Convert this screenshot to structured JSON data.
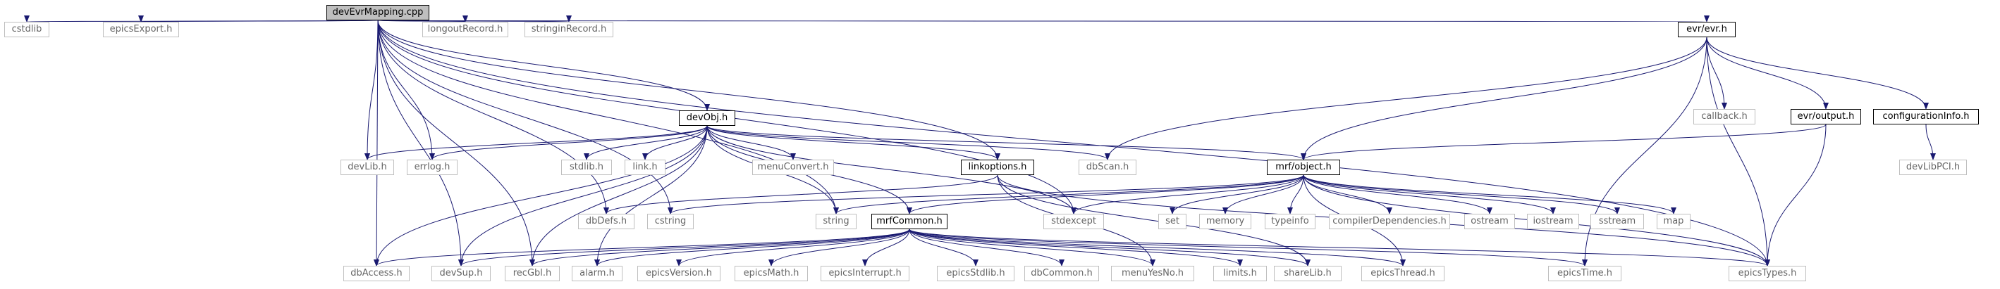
{
  "colors": {
    "edge": "#191970",
    "box_border": "#000000",
    "ext_border": "#bfbfbf",
    "ext_text": "#666666",
    "root_fill": "#bfbfbf"
  },
  "nodes": [
    {
      "id": "devEvrMapping.cpp",
      "label": "devEvrMapping.cpp",
      "kind": "root"
    },
    {
      "id": "cstdlib",
      "label": "cstdlib",
      "kind": "ext"
    },
    {
      "id": "epicsExport.h",
      "label": "epicsExport.h",
      "kind": "ext"
    },
    {
      "id": "longoutRecord.h",
      "label": "longoutRecord.h",
      "kind": "ext"
    },
    {
      "id": "stringinRecord.h",
      "label": "stringinRecord.h",
      "kind": "ext"
    },
    {
      "id": "evr/evr.h",
      "label": "evr/evr.h",
      "kind": "doc"
    },
    {
      "id": "devObj.h",
      "label": "devObj.h",
      "kind": "doc"
    },
    {
      "id": "callback.h",
      "label": "callback.h",
      "kind": "ext"
    },
    {
      "id": "evr/output.h",
      "label": "evr/output.h",
      "kind": "doc"
    },
    {
      "id": "configurationInfo.h",
      "label": "configurationInfo.h",
      "kind": "doc"
    },
    {
      "id": "devLib.h",
      "label": "devLib.h",
      "kind": "ext"
    },
    {
      "id": "errlog.h",
      "label": "errlog.h",
      "kind": "ext"
    },
    {
      "id": "stdlib.h",
      "label": "stdlib.h",
      "kind": "ext"
    },
    {
      "id": "link.h",
      "label": "link.h",
      "kind": "ext"
    },
    {
      "id": "menuConvert.h",
      "label": "menuConvert.h",
      "kind": "ext"
    },
    {
      "id": "linkoptions.h",
      "label": "linkoptions.h",
      "kind": "doc"
    },
    {
      "id": "dbScan.h",
      "label": "dbScan.h",
      "kind": "ext"
    },
    {
      "id": "mrf/object.h",
      "label": "mrf/object.h",
      "kind": "doc"
    },
    {
      "id": "devLibPCI.h",
      "label": "devLibPCI.h",
      "kind": "ext"
    },
    {
      "id": "dbDefs.h",
      "label": "dbDefs.h",
      "kind": "ext"
    },
    {
      "id": "cstring",
      "label": "cstring",
      "kind": "ext"
    },
    {
      "id": "string",
      "label": "string",
      "kind": "ext"
    },
    {
      "id": "mrfCommon.h",
      "label": "mrfCommon.h",
      "kind": "doc"
    },
    {
      "id": "stdexcept",
      "label": "stdexcept",
      "kind": "ext"
    },
    {
      "id": "set",
      "label": "set",
      "kind": "ext"
    },
    {
      "id": "memory",
      "label": "memory",
      "kind": "ext"
    },
    {
      "id": "typeinfo",
      "label": "typeinfo",
      "kind": "ext"
    },
    {
      "id": "compilerDependencies.h",
      "label": "compilerDependencies.h",
      "kind": "ext"
    },
    {
      "id": "ostream",
      "label": "ostream",
      "kind": "ext"
    },
    {
      "id": "iostream",
      "label": "iostream",
      "kind": "ext"
    },
    {
      "id": "sstream",
      "label": "sstream",
      "kind": "ext"
    },
    {
      "id": "map",
      "label": "map",
      "kind": "ext"
    },
    {
      "id": "dbAccess.h",
      "label": "dbAccess.h",
      "kind": "ext"
    },
    {
      "id": "devSup.h",
      "label": "devSup.h",
      "kind": "ext"
    },
    {
      "id": "recGbl.h",
      "label": "recGbl.h",
      "kind": "ext"
    },
    {
      "id": "alarm.h",
      "label": "alarm.h",
      "kind": "ext"
    },
    {
      "id": "epicsVersion.h",
      "label": "epicsVersion.h",
      "kind": "ext"
    },
    {
      "id": "epicsMath.h",
      "label": "epicsMath.h",
      "kind": "ext"
    },
    {
      "id": "epicsInterrupt.h",
      "label": "epicsInterrupt.h",
      "kind": "ext"
    },
    {
      "id": "epicsStdlib.h",
      "label": "epicsStdlib.h",
      "kind": "ext"
    },
    {
      "id": "dbCommon.h",
      "label": "dbCommon.h",
      "kind": "ext"
    },
    {
      "id": "menuYesNo.h",
      "label": "menuYesNo.h",
      "kind": "ext"
    },
    {
      "id": "limits.h",
      "label": "limits.h",
      "kind": "ext"
    },
    {
      "id": "shareLib.h",
      "label": "shareLib.h",
      "kind": "ext"
    },
    {
      "id": "epicsThread.h",
      "label": "epicsThread.h",
      "kind": "ext"
    },
    {
      "id": "epicsTime.h",
      "label": "epicsTime.h",
      "kind": "ext"
    },
    {
      "id": "epicsTypes.h",
      "label": "epicsTypes.h",
      "kind": "ext"
    }
  ],
  "edges": [
    [
      "devEvrMapping.cpp",
      "cstdlib"
    ],
    [
      "devEvrMapping.cpp",
      "epicsExport.h"
    ],
    [
      "devEvrMapping.cpp",
      "longoutRecord.h"
    ],
    [
      "devEvrMapping.cpp",
      "stringinRecord.h"
    ],
    [
      "devEvrMapping.cpp",
      "evr/evr.h"
    ],
    [
      "devEvrMapping.cpp",
      "devObj.h"
    ],
    [
      "devEvrMapping.cpp",
      "devLib.h"
    ],
    [
      "devEvrMapping.cpp",
      "errlog.h"
    ],
    [
      "devEvrMapping.cpp",
      "dbAccess.h"
    ],
    [
      "devEvrMapping.cpp",
      "devSup.h"
    ],
    [
      "devEvrMapping.cpp",
      "recGbl.h"
    ],
    [
      "devEvrMapping.cpp",
      "dbDefs.h"
    ],
    [
      "devEvrMapping.cpp",
      "cstring"
    ],
    [
      "devEvrMapping.cpp",
      "string"
    ],
    [
      "devEvrMapping.cpp",
      "linkoptions.h"
    ],
    [
      "devEvrMapping.cpp",
      "stdexcept"
    ],
    [
      "devEvrMapping.cpp",
      "epicsTypes.h"
    ],
    [
      "evr/evr.h",
      "callback.h"
    ],
    [
      "evr/evr.h",
      "evr/output.h"
    ],
    [
      "evr/evr.h",
      "configurationInfo.h"
    ],
    [
      "evr/evr.h",
      "mrf/object.h"
    ],
    [
      "evr/evr.h",
      "dbScan.h"
    ],
    [
      "evr/evr.h",
      "epicsTime.h"
    ],
    [
      "evr/evr.h",
      "epicsTypes.h"
    ],
    [
      "evr/output.h",
      "mrf/object.h"
    ],
    [
      "evr/output.h",
      "epicsTypes.h"
    ],
    [
      "configurationInfo.h",
      "devLibPCI.h"
    ],
    [
      "devObj.h",
      "devLib.h"
    ],
    [
      "devObj.h",
      "errlog.h"
    ],
    [
      "devObj.h",
      "stdlib.h"
    ],
    [
      "devObj.h",
      "link.h"
    ],
    [
      "devObj.h",
      "menuConvert.h"
    ],
    [
      "devObj.h",
      "linkoptions.h"
    ],
    [
      "devObj.h",
      "dbScan.h"
    ],
    [
      "devObj.h",
      "mrf/object.h"
    ],
    [
      "devObj.h",
      "string"
    ],
    [
      "devObj.h",
      "mrfCommon.h"
    ],
    [
      "devObj.h",
      "stdexcept"
    ],
    [
      "devObj.h",
      "dbAccess.h"
    ],
    [
      "devObj.h",
      "devSup.h"
    ],
    [
      "devObj.h",
      "recGbl.h"
    ],
    [
      "devObj.h",
      "alarm.h"
    ],
    [
      "linkoptions.h",
      "dbDefs.h"
    ],
    [
      "linkoptions.h",
      "menuYesNo.h"
    ],
    [
      "linkoptions.h",
      "shareLib.h"
    ],
    [
      "linkoptions.h",
      "epicsTypes.h"
    ],
    [
      "mrf/object.h",
      "cstring"
    ],
    [
      "mrf/object.h",
      "string"
    ],
    [
      "mrf/object.h",
      "mrfCommon.h"
    ],
    [
      "mrf/object.h",
      "stdexcept"
    ],
    [
      "mrf/object.h",
      "set"
    ],
    [
      "mrf/object.h",
      "memory"
    ],
    [
      "mrf/object.h",
      "typeinfo"
    ],
    [
      "mrf/object.h",
      "compilerDependencies.h"
    ],
    [
      "mrf/object.h",
      "ostream"
    ],
    [
      "mrf/object.h",
      "iostream"
    ],
    [
      "mrf/object.h",
      "sstream"
    ],
    [
      "mrf/object.h",
      "map"
    ],
    [
      "mrf/object.h",
      "epicsTypes.h"
    ],
    [
      "mrf/object.h",
      "epicsThread.h"
    ],
    [
      "mrfCommon.h",
      "dbAccess.h"
    ],
    [
      "mrfCommon.h",
      "devSup.h"
    ],
    [
      "mrfCommon.h",
      "recGbl.h"
    ],
    [
      "mrfCommon.h",
      "alarm.h"
    ],
    [
      "mrfCommon.h",
      "epicsVersion.h"
    ],
    [
      "mrfCommon.h",
      "epicsMath.h"
    ],
    [
      "mrfCommon.h",
      "epicsInterrupt.h"
    ],
    [
      "mrfCommon.h",
      "epicsStdlib.h"
    ],
    [
      "mrfCommon.h",
      "dbCommon.h"
    ],
    [
      "mrfCommon.h",
      "menuYesNo.h"
    ],
    [
      "mrfCommon.h",
      "limits.h"
    ],
    [
      "mrfCommon.h",
      "shareLib.h"
    ],
    [
      "mrfCommon.h",
      "epicsThread.h"
    ],
    [
      "mrfCommon.h",
      "epicsTime.h"
    ],
    [
      "mrfCommon.h",
      "epicsTypes.h"
    ]
  ]
}
